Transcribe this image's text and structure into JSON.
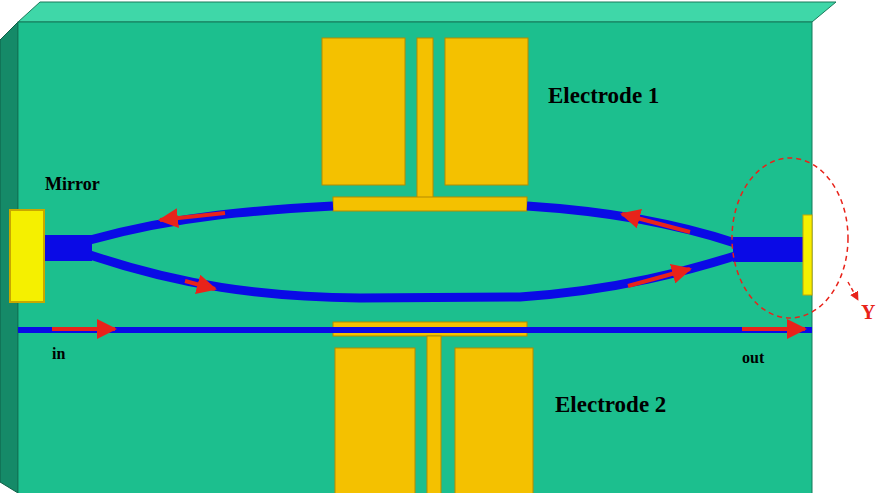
{
  "diagram": {
    "labels": [
      "Electrode 1",
      "Mirror",
      "Y",
      "in",
      "out",
      "Electrode 2"
    ]
  }
}
